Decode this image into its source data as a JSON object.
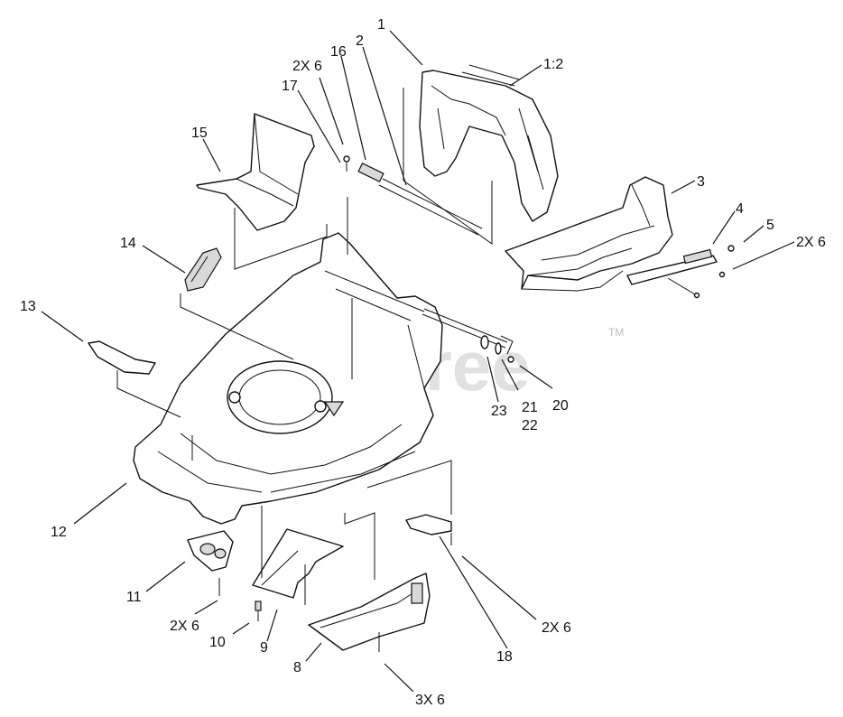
{
  "watermark": {
    "text": "PartsTree",
    "tm": "TM"
  },
  "callouts": [
    {
      "id": "c1",
      "text": "1"
    },
    {
      "id": "c12ratio",
      "text": "1:2"
    },
    {
      "id": "c2",
      "text": "2"
    },
    {
      "id": "c16",
      "text": "16"
    },
    {
      "id": "c2x6a",
      "text": "2X 6"
    },
    {
      "id": "c17",
      "text": "17"
    },
    {
      "id": "c15",
      "text": "15"
    },
    {
      "id": "c3",
      "text": "3"
    },
    {
      "id": "c4",
      "text": "4"
    },
    {
      "id": "c5",
      "text": "5"
    },
    {
      "id": "c2x6b",
      "text": "2X 6"
    },
    {
      "id": "c14",
      "text": "14"
    },
    {
      "id": "c13",
      "text": "13"
    },
    {
      "id": "c23",
      "text": "23"
    },
    {
      "id": "c21",
      "text": "21"
    },
    {
      "id": "c22",
      "text": "22"
    },
    {
      "id": "c20",
      "text": "20"
    },
    {
      "id": "c12",
      "text": "12"
    },
    {
      "id": "c11",
      "text": "11"
    },
    {
      "id": "c2x6c",
      "text": "2X 6"
    },
    {
      "id": "c10",
      "text": "10"
    },
    {
      "id": "c9",
      "text": "9"
    },
    {
      "id": "c8",
      "text": "8"
    },
    {
      "id": "c18",
      "text": "18"
    },
    {
      "id": "c2x6d",
      "text": "2X 6"
    },
    {
      "id": "c3x6",
      "text": "3X 6"
    }
  ]
}
